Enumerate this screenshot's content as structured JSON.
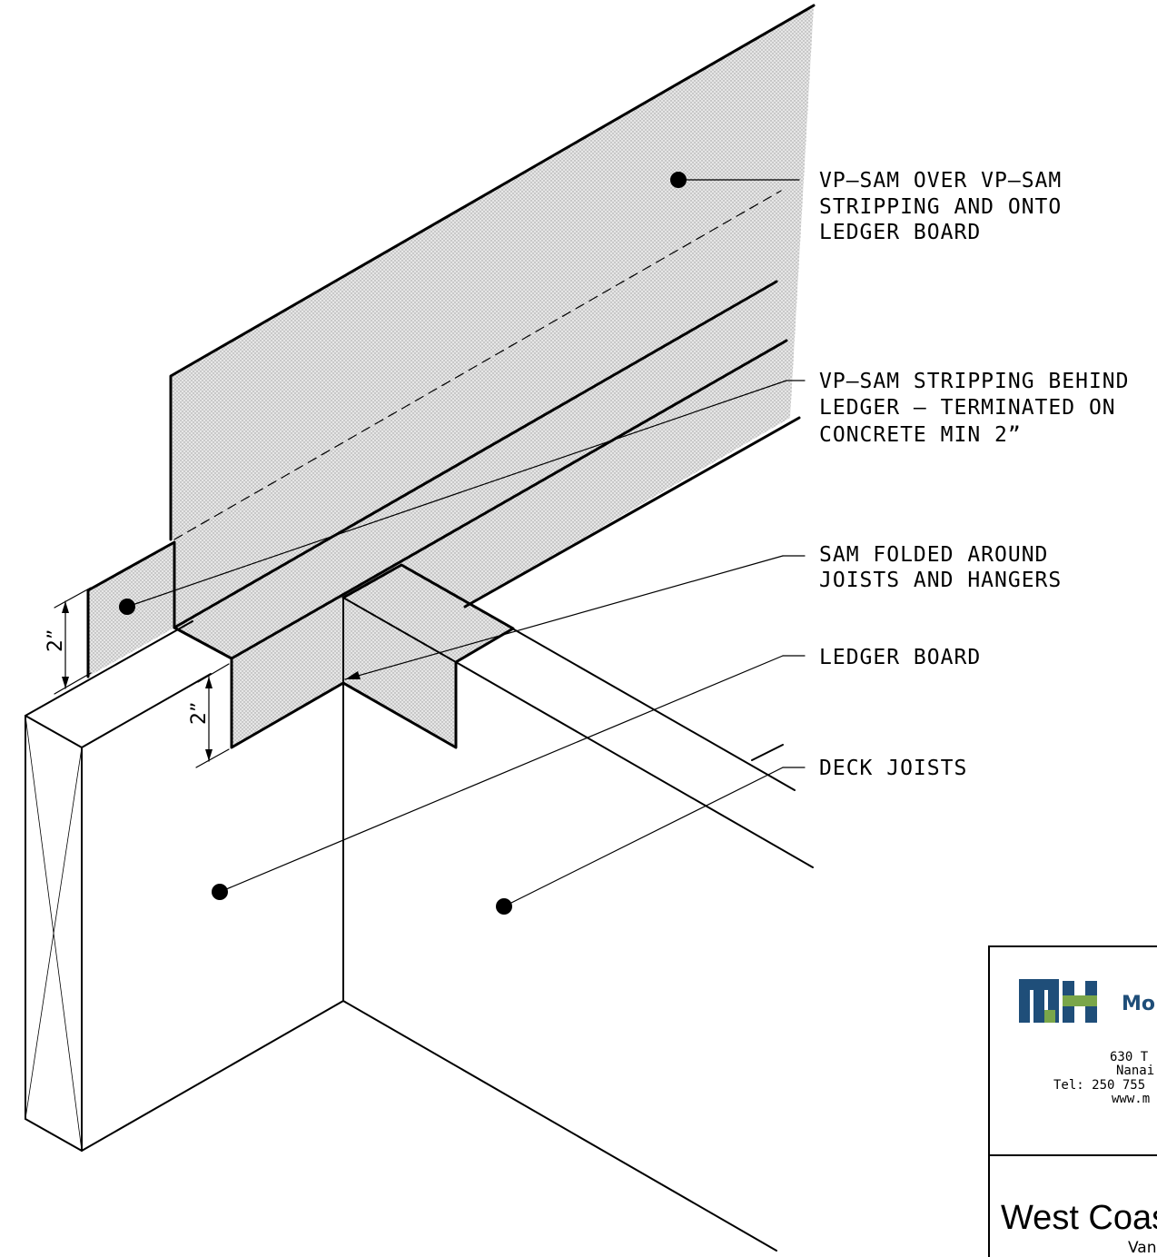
{
  "callouts": {
    "vp_sam_over": [
      "VP–SAM OVER VP–SAM",
      "STRIPPING AND ONTO",
      "LEDGER BOARD"
    ],
    "vp_sam_stripping": [
      "VP–SAM STRIPPING BEHIND",
      "LEDGER – TERMINATED ON",
      "CONCRETE MIN 2”"
    ],
    "sam_folded": [
      "SAM FOLDED AROUND",
      "JOISTS AND HANGERS"
    ],
    "ledger_board": [
      "LEDGER BOARD"
    ],
    "deck_joists": [
      "DECK JOISTS"
    ]
  },
  "dimensions": {
    "upper": "2”",
    "lower": "2”"
  },
  "title_block": {
    "logo_text": "MH",
    "brand_partial": "Mo",
    "address_lines": [
      "630 T",
      "Nanai",
      "Tel: 250 755",
      "www.m"
    ],
    "project_partial": "West Coast",
    "location_partial": "Van"
  },
  "colors": {
    "membrane_fill": "#d9d9d9",
    "logo_blue": "#1f4e79",
    "logo_green": "#7aa64a",
    "ink": "#000000"
  }
}
